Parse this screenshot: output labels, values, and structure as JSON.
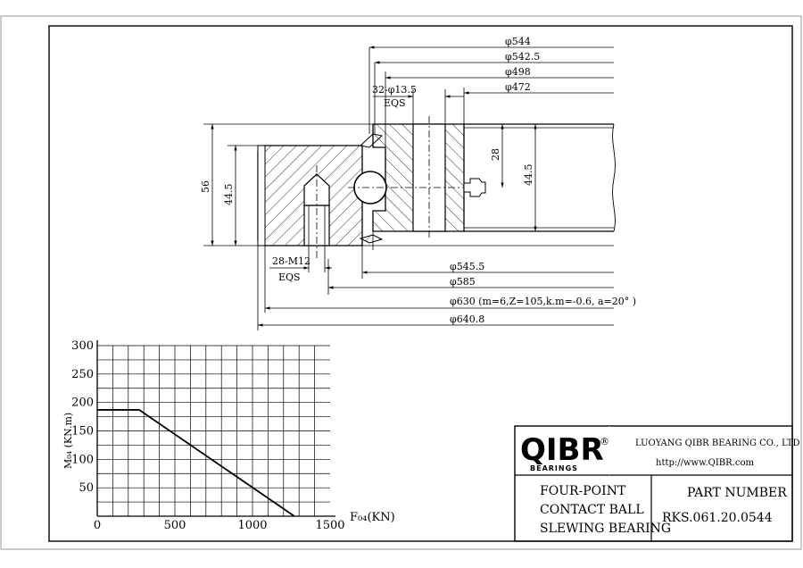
{
  "dimensions": {
    "d544": "φ544",
    "d542_5": "φ542.5",
    "d498": "φ498",
    "holes": "32-φ13.5",
    "holes_eqs": "EQS",
    "d472": "φ472",
    "d545_5": "φ545.5",
    "d585": "φ585",
    "d630": "φ630  (m=6,Z=105,k.m=-0.6, a=20° )",
    "d640_8": "φ640.8",
    "h56": "56",
    "h44_5_left": "44.5",
    "h28": "28",
    "h44_5_right": "44.5",
    "tapped": "28-M12",
    "tapped_eqs": "EQS"
  },
  "chart_data": {
    "type": "line",
    "xlabel": "F₀₄(KN)",
    "ylabel": "M₀₄ (KN.m)",
    "xlim": [
      0,
      1500
    ],
    "ylim": [
      0,
      300
    ],
    "xticks": [
      0,
      500,
      1000,
      1500
    ],
    "yticks": [
      50,
      100,
      150,
      200,
      250,
      300
    ],
    "grid": true,
    "series": [
      {
        "x": [
          0,
          270,
          1270
        ],
        "y": [
          187,
          187,
          0
        ]
      }
    ]
  },
  "title_block": {
    "logo_text": "QIBR",
    "logo_sub": "BEARINGS",
    "registered": "®",
    "company": "LUOYANG QIBR BEARING CO., LTD",
    "website": "http://www.QIBR.com",
    "desc_line1": "FOUR-POINT",
    "desc_line2": "CONTACT BALL",
    "desc_line3": "SLEWING BEARING",
    "part_label": "PART  NUMBER",
    "part_number": "RKS.061.20.0544"
  }
}
